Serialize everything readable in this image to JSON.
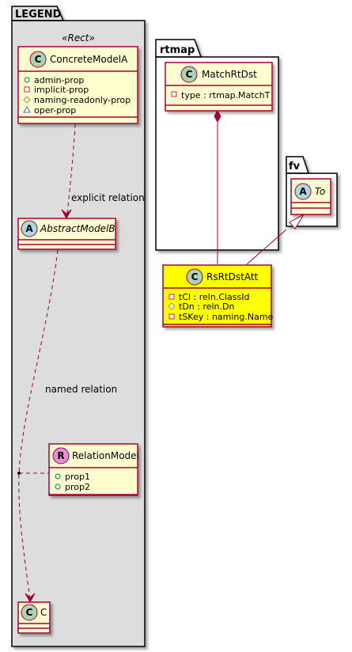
{
  "packages": {
    "legend": {
      "title": "LEGEND",
      "stereotype": "«Rect»"
    },
    "rtmap": {
      "title": "rtmap"
    },
    "fv": {
      "title": "fv"
    }
  },
  "classes": {
    "concrete_model_a": {
      "badge": "C",
      "name": "ConcreteModelA",
      "attributes": [
        {
          "vis": "+",
          "text": "admin-prop"
        },
        {
          "vis": "-",
          "text": "implicit-prop"
        },
        {
          "vis": "#",
          "text": "naming-readonly-prop"
        },
        {
          "vis": "~",
          "text": "oper-prop"
        }
      ]
    },
    "abstract_model_b": {
      "badge": "A",
      "name": "AbstractModelB",
      "attributes": []
    },
    "relation_model": {
      "badge": "R",
      "name": "RelationModel",
      "attributes": [
        {
          "vis": "+",
          "text": "prop1"
        },
        {
          "vis": "+",
          "text": "prop2"
        }
      ]
    },
    "c": {
      "badge": "C",
      "name": "C",
      "attributes": []
    },
    "match_rt_dst": {
      "badge": "C",
      "name": "MatchRtDst",
      "attributes": [
        {
          "vis": "-",
          "text": "type : rtmap.MatchT"
        }
      ]
    },
    "rs_rt_dst_att": {
      "badge": "C",
      "name": "RsRtDstAtt",
      "attributes": [
        {
          "vis": "-",
          "text": "tCl : reln.ClassId"
        },
        {
          "vis": "#",
          "text": "tDn : reln.Dn"
        },
        {
          "vis": "-",
          "text": "tSKey : naming.Name"
        }
      ]
    },
    "to": {
      "badge": "A",
      "name": "To",
      "attributes": []
    }
  },
  "relations": {
    "explicit": {
      "label": "explicit relation"
    },
    "named": {
      "label": "named relation"
    }
  },
  "colors": {
    "page_bg": "#ffffff",
    "package_bg": "#dddddd",
    "class_bg": "#fefece",
    "class_border": "#a80036",
    "highlight_bg": "#ffff00",
    "edge": "#a80036",
    "badge_class": "#add1b2",
    "badge_abstract": "#a9dcdf",
    "badge_relation": "#e28fd9",
    "vis_private": "#c82930",
    "vis_public": "#84be84",
    "vis_protected": "#ffff44",
    "vis_package": "#4177af"
  }
}
